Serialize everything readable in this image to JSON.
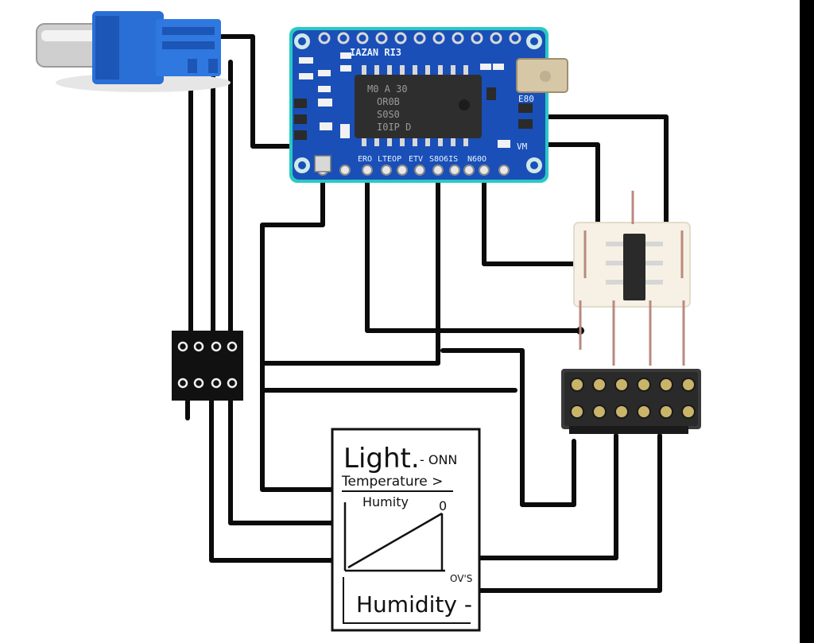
{
  "board": {
    "top_silk": "IAZAN  RI3",
    "chip_lines": [
      "M0 A 30",
      "OR0B",
      "S0S0",
      "I0IP  D"
    ],
    "bottom_pins": [
      "ERO",
      "LTEOP",
      "ETV",
      "S8O6IS",
      "N60O"
    ],
    "side_labels": [
      "E80",
      "VM"
    ]
  },
  "card": {
    "light": "Light.",
    "light_suffix": "- ONN",
    "temperature": "Temperature >",
    "humidity_small": "Humity",
    "axis_note": "0",
    "side_note": "OV'S",
    "humidity_big": "Humidity -"
  },
  "colors": {
    "pcb": "#1a4fb8",
    "pcb_edge": "#29c9c4",
    "usb": "#2a6fd6",
    "wire": "#0b0b0b",
    "module": "#f6f1e4"
  }
}
